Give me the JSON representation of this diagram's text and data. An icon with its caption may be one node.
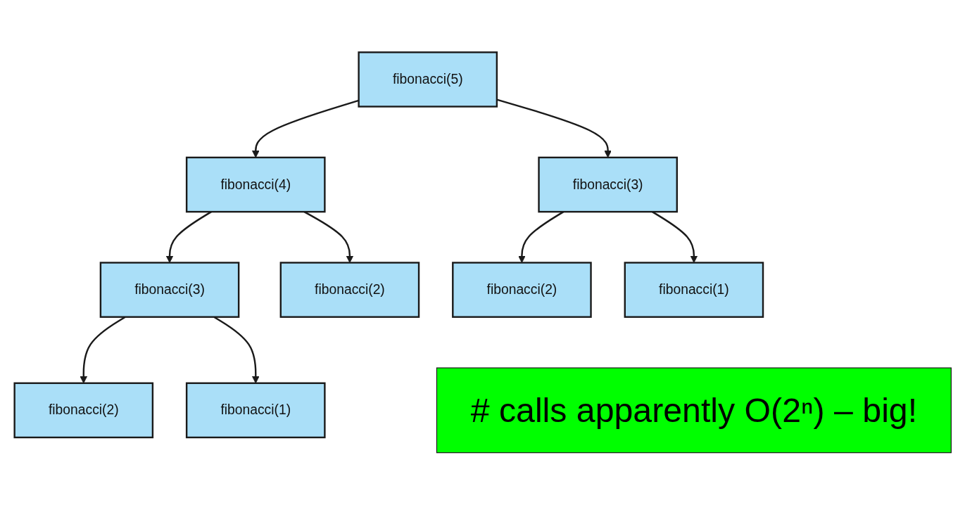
{
  "diagram": {
    "nodes": [
      {
        "text": [
          "fibonacci(5)"
        ]
      },
      {
        "text": [
          "fibonacci(4)"
        ]
      },
      {
        "text": [
          "fibonacci(3)"
        ]
      },
      {
        "text": [
          "fibonacci(3)"
        ]
      },
      {
        "text": [
          "fibonacci(2)"
        ]
      },
      {
        "text": [
          "fibonacci(2)"
        ]
      },
      {
        "text": [
          "fibonacci(1)"
        ]
      },
      {
        "text": [
          "fibonacci(2)"
        ]
      },
      {
        "text": [
          "fibonacci(1)"
        ]
      },
      {
        "text": [
          "# calls apparently O(2ⁿ) – big!"
        ]
      }
    ],
    "edges": [
      {
        "from": 0,
        "to": 1,
        "arrow": "to"
      },
      {
        "from": 0,
        "to": 2,
        "arrow": "to"
      },
      {
        "from": 1,
        "to": 3,
        "arrow": "to"
      },
      {
        "from": 1,
        "to": 4,
        "arrow": "to"
      },
      {
        "from": 2,
        "to": 5,
        "arrow": "to"
      },
      {
        "from": 2,
        "to": 6,
        "arrow": "to"
      },
      {
        "from": 3,
        "to": 7,
        "arrow": "to"
      },
      {
        "from": 3,
        "to": 8,
        "arrow": "to"
      }
    ]
  }
}
